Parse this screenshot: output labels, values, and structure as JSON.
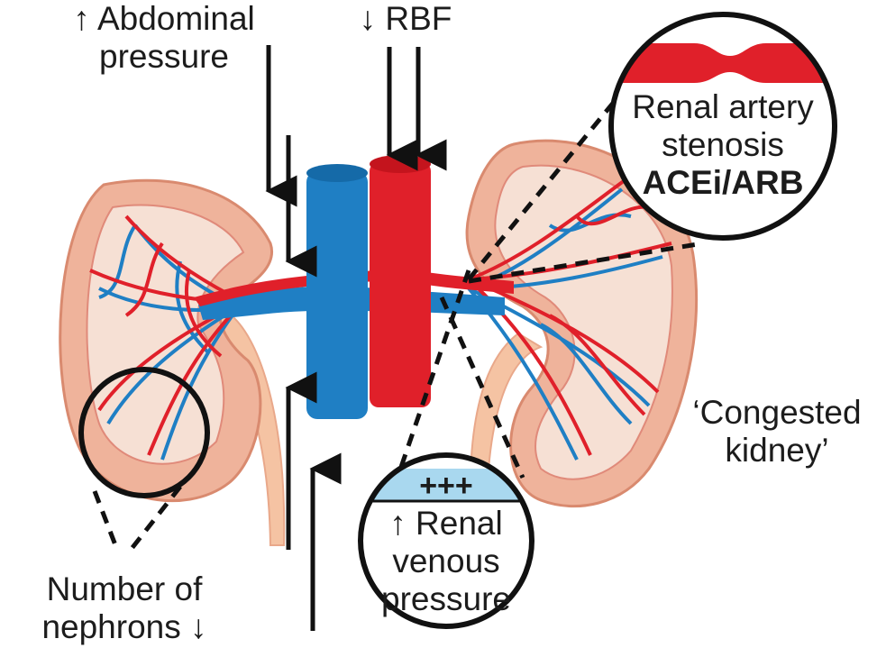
{
  "labels": {
    "abdominal": "↑ Abdominal",
    "abdominal_2": "pressure",
    "rbf": "↓ RBF",
    "stenosis_1": "Renal artery",
    "stenosis_2": "stenosis",
    "stenosis_3": "ACEi/ARB",
    "congested_1": "‘Congested",
    "congested_2": "kidney’",
    "venous_plus": "+++",
    "venous_1": "↑ Renal",
    "venous_2": "venous",
    "venous_3": "pressure",
    "nephrons_1": "Number of",
    "nephrons_2": "nephrons ↓"
  },
  "colors": {
    "artery": "#e0202a",
    "vein": "#1f7fc4",
    "cortex": "#efb39b",
    "medulla": "#f6e0d4",
    "ureter": "#f5c3a3",
    "venous_fill": "#a9d8ef"
  }
}
